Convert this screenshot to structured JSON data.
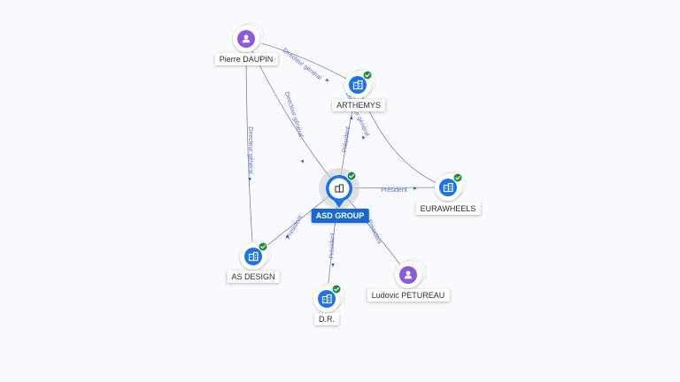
{
  "nodes": {
    "pierre_daupin": {
      "label": "Pierre DAUPIN",
      "icon": "person-icon",
      "color": "#8e5bd8"
    },
    "arthemys": {
      "label": "ARTHEMYS",
      "icon": "company-icon",
      "color": "#1a73e8",
      "verified": true
    },
    "asd_group": {
      "label": "ASD GROUP",
      "icon": "company-icon",
      "color": "#1a73e8",
      "verified": true
    },
    "eurawheels": {
      "label": "EURAWHEELS",
      "icon": "company-icon",
      "color": "#1a73e8",
      "verified": true
    },
    "as_design": {
      "label": "AS DESIGN",
      "icon": "company-icon",
      "color": "#1a73e8",
      "verified": true
    },
    "dr": {
      "label": "D.R.",
      "icon": "company-icon",
      "color": "#1a73e8",
      "verified": true
    },
    "ludovic_petureau": {
      "label": "Ludovic PETUREAU",
      "icon": "person-icon",
      "color": "#8e5bd8"
    }
  },
  "edges": [
    {
      "from": "pierre_daupin",
      "to": "arthemys",
      "label": "Directeur général"
    },
    {
      "from": "pierre_daupin",
      "to": "asd_group",
      "label": "Directeur général"
    },
    {
      "from": "pierre_daupin",
      "to": "as_design",
      "label": "Directeur général"
    },
    {
      "from": "asd_group",
      "to": "arthemys",
      "label": "Président"
    },
    {
      "from": "eurawheels",
      "to": "arthemys",
      "label": "Directeur général"
    },
    {
      "from": "asd_group",
      "to": "eurawheels",
      "label": "Président"
    },
    {
      "from": "asd_group",
      "to": "as_design",
      "label": "Président"
    },
    {
      "from": "asd_group",
      "to": "dr",
      "label": "Président"
    },
    {
      "from": "ludovic_petureau",
      "to": "asd_group",
      "label": "Président"
    }
  ],
  "colors": {
    "verified": "#1e8e3e",
    "edge": "#7f8a98",
    "edge_label": "#5a6fd8",
    "arrow": "#2f64d8"
  }
}
